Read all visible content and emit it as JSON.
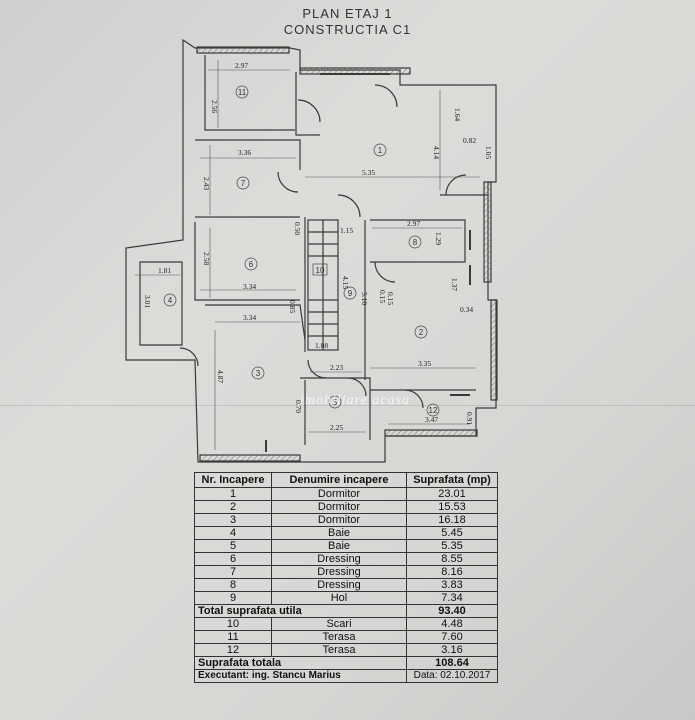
{
  "header": {
    "line1": "PLAN ETAJ 1",
    "line2": "CONSTRUCTIA C1"
  },
  "rooms": [
    {
      "id": "11",
      "label": "11"
    },
    {
      "id": "1",
      "label": "1"
    },
    {
      "id": "7",
      "label": "7"
    },
    {
      "id": "8",
      "label": "8"
    },
    {
      "id": "6",
      "label": "6"
    },
    {
      "id": "10",
      "label": "10"
    },
    {
      "id": "9",
      "label": "9"
    },
    {
      "id": "4",
      "label": "4"
    },
    {
      "id": "2",
      "label": "2"
    },
    {
      "id": "3",
      "label": "3"
    },
    {
      "id": "5",
      "label": "5"
    },
    {
      "id": "12",
      "label": "12"
    }
  ],
  "dimensions": {
    "d_2_97_top": "2.97",
    "d_2_56": "2.56",
    "d_1_64": "1.64",
    "d_0_82": "0.82",
    "d_1_05": "1.05",
    "d_3_36": "3.36",
    "d_2_43": "2.43",
    "d_4_14": "4.14",
    "d_5_35": "5.35",
    "d_0_50": "0.50",
    "d_1_15": "1.15",
    "d_2_97_mid": "2.97",
    "d_1_29": "1.29",
    "d_2_58": "2.58",
    "d_1_81": "1.81",
    "d_3_01": "3.01",
    "d_3_34_a": "3.34",
    "d_4_15": "4.15",
    "d_5_10": "5.10",
    "d_0_15a": "0.15",
    "d_0_15b": "0.15",
    "d_1_37": "1.37",
    "d_0_34": "0.34",
    "d_0_85": "0.85",
    "d_3_34_b": "3.34",
    "d_1_08": "1.08",
    "d_4_87": "4.87",
    "d_2_23": "2.23",
    "d_3_35": "3.35",
    "d_0_70": "0.70",
    "d_2_25": "2.25",
    "d_3_47": "3.47",
    "d_0_91": "0.91"
  },
  "watermark": "imobiliare acasa",
  "table": {
    "headers": [
      "Nr. Incapere",
      "Denumire incapere",
      "Suprafata (mp)"
    ],
    "rows_a": [
      {
        "nr": "1",
        "name": "Dormitor",
        "area": "23.01"
      },
      {
        "nr": "2",
        "name": "Dormitor",
        "area": "15.53"
      },
      {
        "nr": "3",
        "name": "Dormitor",
        "area": "16.18"
      },
      {
        "nr": "4",
        "name": "Baie",
        "area": "5.45"
      },
      {
        "nr": "5",
        "name": "Baie",
        "area": "5.35"
      },
      {
        "nr": "6",
        "name": "Dressing",
        "area": "8.55"
      },
      {
        "nr": "7",
        "name": "Dressing",
        "area": "8.16"
      },
      {
        "nr": "8",
        "name": "Dressing",
        "area": "3.83"
      },
      {
        "nr": "9",
        "name": "Hol",
        "area": "7.34"
      }
    ],
    "total_utila_label": "Total suprafata utila",
    "total_utila_value": "93.40",
    "rows_b": [
      {
        "nr": "10",
        "name": "Scari",
        "area": "4.48"
      },
      {
        "nr": "11",
        "name": "Terasa",
        "area": "7.60"
      },
      {
        "nr": "12",
        "name": "Terasa",
        "area": "3.16"
      }
    ],
    "total_label": "Suprafata totala",
    "total_value": "108.64",
    "executant": "Executant: ing. Stancu Marius",
    "data": "Data: 02.10.2017"
  },
  "colors": {
    "line": "#3a3a3a",
    "hatch": "#8a8a8a"
  }
}
